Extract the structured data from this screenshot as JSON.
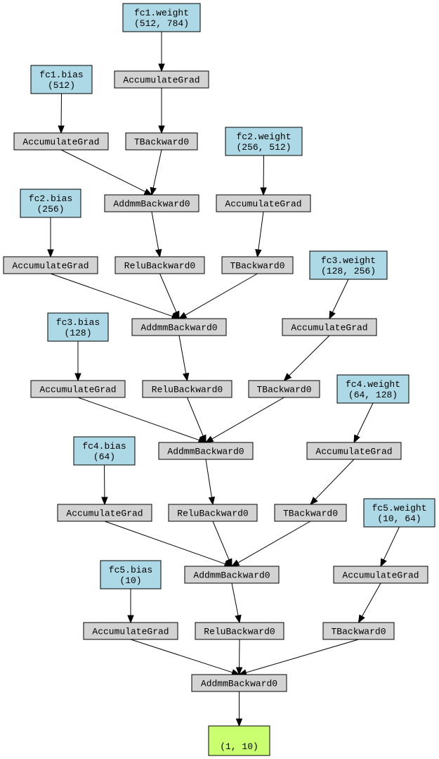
{
  "colors": {
    "param": "#add8e6",
    "op": "#d3d3d3",
    "output": "#caff70"
  },
  "nodes": [
    {
      "id": "fc1w",
      "kind": "param",
      "lines": [
        "fc1.weight",
        "(512, 784)"
      ]
    },
    {
      "id": "fc1b",
      "kind": "param",
      "lines": [
        "fc1.bias",
        "(512)"
      ]
    },
    {
      "id": "ag1w",
      "kind": "op",
      "lines": [
        "AccumulateGrad"
      ]
    },
    {
      "id": "ag1b",
      "kind": "op",
      "lines": [
        "AccumulateGrad"
      ]
    },
    {
      "id": "t1",
      "kind": "op",
      "lines": [
        "TBackward0"
      ]
    },
    {
      "id": "fc2w",
      "kind": "param",
      "lines": [
        "fc2.weight",
        "(256, 512)"
      ]
    },
    {
      "id": "fc2b",
      "kind": "param",
      "lines": [
        "fc2.bias",
        "(256)"
      ]
    },
    {
      "id": "add1",
      "kind": "op",
      "lines": [
        "AddmmBackward0"
      ]
    },
    {
      "id": "ag2w",
      "kind": "op",
      "lines": [
        "AccumulateGrad"
      ]
    },
    {
      "id": "ag2b",
      "kind": "op",
      "lines": [
        "AccumulateGrad"
      ]
    },
    {
      "id": "relu1",
      "kind": "op",
      "lines": [
        "ReluBackward0"
      ]
    },
    {
      "id": "t2",
      "kind": "op",
      "lines": [
        "TBackward0"
      ]
    },
    {
      "id": "fc3w",
      "kind": "param",
      "lines": [
        "fc3.weight",
        "(128, 256)"
      ]
    },
    {
      "id": "fc3b",
      "kind": "param",
      "lines": [
        "fc3.bias",
        "(128)"
      ]
    },
    {
      "id": "add2",
      "kind": "op",
      "lines": [
        "AddmmBackward0"
      ]
    },
    {
      "id": "ag3w",
      "kind": "op",
      "lines": [
        "AccumulateGrad"
      ]
    },
    {
      "id": "ag3b",
      "kind": "op",
      "lines": [
        "AccumulateGrad"
      ]
    },
    {
      "id": "relu2",
      "kind": "op",
      "lines": [
        "ReluBackward0"
      ]
    },
    {
      "id": "t3",
      "kind": "op",
      "lines": [
        "TBackward0"
      ]
    },
    {
      "id": "fc4w",
      "kind": "param",
      "lines": [
        "fc4.weight",
        "(64, 128)"
      ]
    },
    {
      "id": "fc4b",
      "kind": "param",
      "lines": [
        "fc4.bias",
        "(64)"
      ]
    },
    {
      "id": "add3",
      "kind": "op",
      "lines": [
        "AddmmBackward0"
      ]
    },
    {
      "id": "ag4w",
      "kind": "op",
      "lines": [
        "AccumulateGrad"
      ]
    },
    {
      "id": "ag4b",
      "kind": "op",
      "lines": [
        "AccumulateGrad"
      ]
    },
    {
      "id": "relu3",
      "kind": "op",
      "lines": [
        "ReluBackward0"
      ]
    },
    {
      "id": "t4",
      "kind": "op",
      "lines": [
        "TBackward0"
      ]
    },
    {
      "id": "fc5w",
      "kind": "param",
      "lines": [
        "fc5.weight",
        "(10, 64)"
      ]
    },
    {
      "id": "fc5b",
      "kind": "param",
      "lines": [
        "fc5.bias",
        "(10)"
      ]
    },
    {
      "id": "add4",
      "kind": "op",
      "lines": [
        "AddmmBackward0"
      ]
    },
    {
      "id": "ag5w",
      "kind": "op",
      "lines": [
        "AccumulateGrad"
      ]
    },
    {
      "id": "ag5b",
      "kind": "op",
      "lines": [
        "AccumulateGrad"
      ]
    },
    {
      "id": "relu4",
      "kind": "op",
      "lines": [
        "ReluBackward0"
      ]
    },
    {
      "id": "t5",
      "kind": "op",
      "lines": [
        "TBackward0"
      ]
    },
    {
      "id": "add5",
      "kind": "op",
      "lines": [
        "AddmmBackward0"
      ]
    },
    {
      "id": "out",
      "kind": "output",
      "lines": [
        "(1, 10)"
      ]
    }
  ],
  "edges": [
    [
      "fc1w",
      "ag1w"
    ],
    [
      "ag1w",
      "t1"
    ],
    [
      "fc1b",
      "ag1b"
    ],
    [
      "ag1b",
      "add1"
    ],
    [
      "t1",
      "add1"
    ],
    [
      "fc2w",
      "ag2w"
    ],
    [
      "ag2w",
      "t2"
    ],
    [
      "fc2b",
      "ag2b"
    ],
    [
      "add1",
      "relu1"
    ],
    [
      "ag2b",
      "add2"
    ],
    [
      "relu1",
      "add2"
    ],
    [
      "t2",
      "add2"
    ],
    [
      "fc3w",
      "ag3w"
    ],
    [
      "ag3w",
      "t3"
    ],
    [
      "fc3b",
      "ag3b"
    ],
    [
      "add2",
      "relu2"
    ],
    [
      "ag3b",
      "add3"
    ],
    [
      "relu2",
      "add3"
    ],
    [
      "t3",
      "add3"
    ],
    [
      "fc4w",
      "ag4w"
    ],
    [
      "ag4w",
      "t4"
    ],
    [
      "fc4b",
      "ag4b"
    ],
    [
      "add3",
      "relu3"
    ],
    [
      "ag4b",
      "add4"
    ],
    [
      "relu3",
      "add4"
    ],
    [
      "t4",
      "add4"
    ],
    [
      "fc5w",
      "ag5w"
    ],
    [
      "ag5w",
      "t5"
    ],
    [
      "fc5b",
      "ag5b"
    ],
    [
      "add4",
      "relu4"
    ],
    [
      "ag5b",
      "add5"
    ],
    [
      "relu4",
      "add5"
    ],
    [
      "t5",
      "add5"
    ],
    [
      "add5",
      "out"
    ]
  ]
}
